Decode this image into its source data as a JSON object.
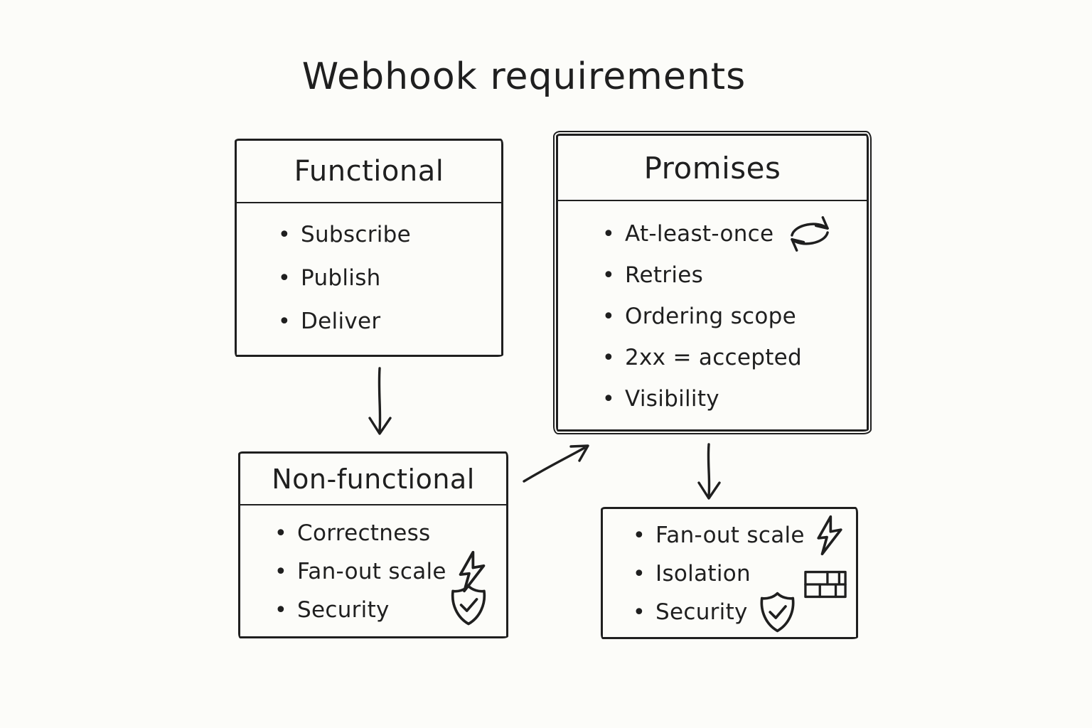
{
  "title": "Webhook requirements",
  "colors": {
    "ink": "#1f1f1f",
    "paper": "#fcfcf9"
  },
  "boxes": {
    "functional": {
      "title": "Functional",
      "items": [
        "Subscribe",
        "Publish",
        "Deliver"
      ]
    },
    "promises": {
      "title": "Promises",
      "items": [
        "At-least-once",
        "Retries",
        "Ordering scope",
        "2xx = accepted",
        "Visibility"
      ]
    },
    "non_functional": {
      "title": "Non-functional",
      "items": [
        "Correctness",
        "Fan-out scale",
        "Security"
      ]
    },
    "scaling": {
      "items": [
        "Fan-out scale",
        "Isolation",
        "Security"
      ]
    }
  },
  "icons": {
    "at_least_once": "refresh-cycle-icon",
    "fan_out_scale": "lightning-bolt-icon",
    "security": "shield-check-icon",
    "isolation": "brick-wall-icon"
  },
  "arrows": [
    {
      "from": "functional",
      "to": "non_functional"
    },
    {
      "from": "non_functional",
      "to": "promises"
    },
    {
      "from": "promises",
      "to": "scaling"
    }
  ]
}
